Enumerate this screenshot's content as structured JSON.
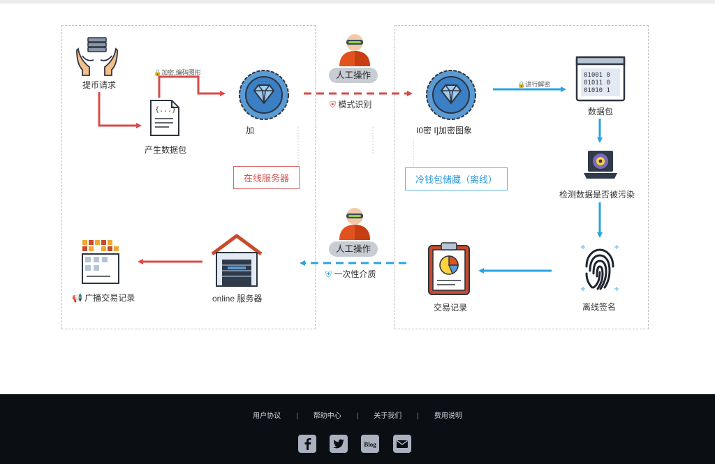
{
  "left_panel": {
    "withdraw_request": "提币请求",
    "generate_packet": "产生数据包",
    "encrypt_code_note": "加密,编码图形",
    "encrypt_prefix": "加",
    "online_server_box": "在线服务器",
    "online_server": "online 服务器",
    "broadcast_record": "广播交易记录"
  },
  "middle": {
    "manual_operation_top": "人工操作",
    "pattern_recognition": "模式识别",
    "manual_operation_bottom": "人工操作",
    "one_time_media": "一次性介质"
  },
  "right_panel": {
    "decrypt_image": "I0密 I]加密图象",
    "decrypt_note": "进行解密",
    "data_packet": "数据包",
    "cold_wallet_box": "冷钱包储藏（离线）",
    "check_pollution": "检测数据是否被污染",
    "offline_signature": "离线签名",
    "transaction_record": "交易记录"
  },
  "footer": {
    "links": [
      "用户协议",
      "帮助中心",
      "关于我们",
      "费用说明"
    ],
    "social": [
      "facebook-icon",
      "twitter-icon",
      "blog-icon",
      "mail-icon"
    ],
    "blog_label": "Blog"
  },
  "colors": {
    "red_flow": "#d94a4a",
    "blue_flow": "#29a3e3",
    "online_box_border": "#d96a6a",
    "online_box_text": "#d9534f",
    "cold_box_border": "#5ab4e6",
    "cold_box_text": "#2b9ad9",
    "footer_bg": "#0b0f14"
  }
}
